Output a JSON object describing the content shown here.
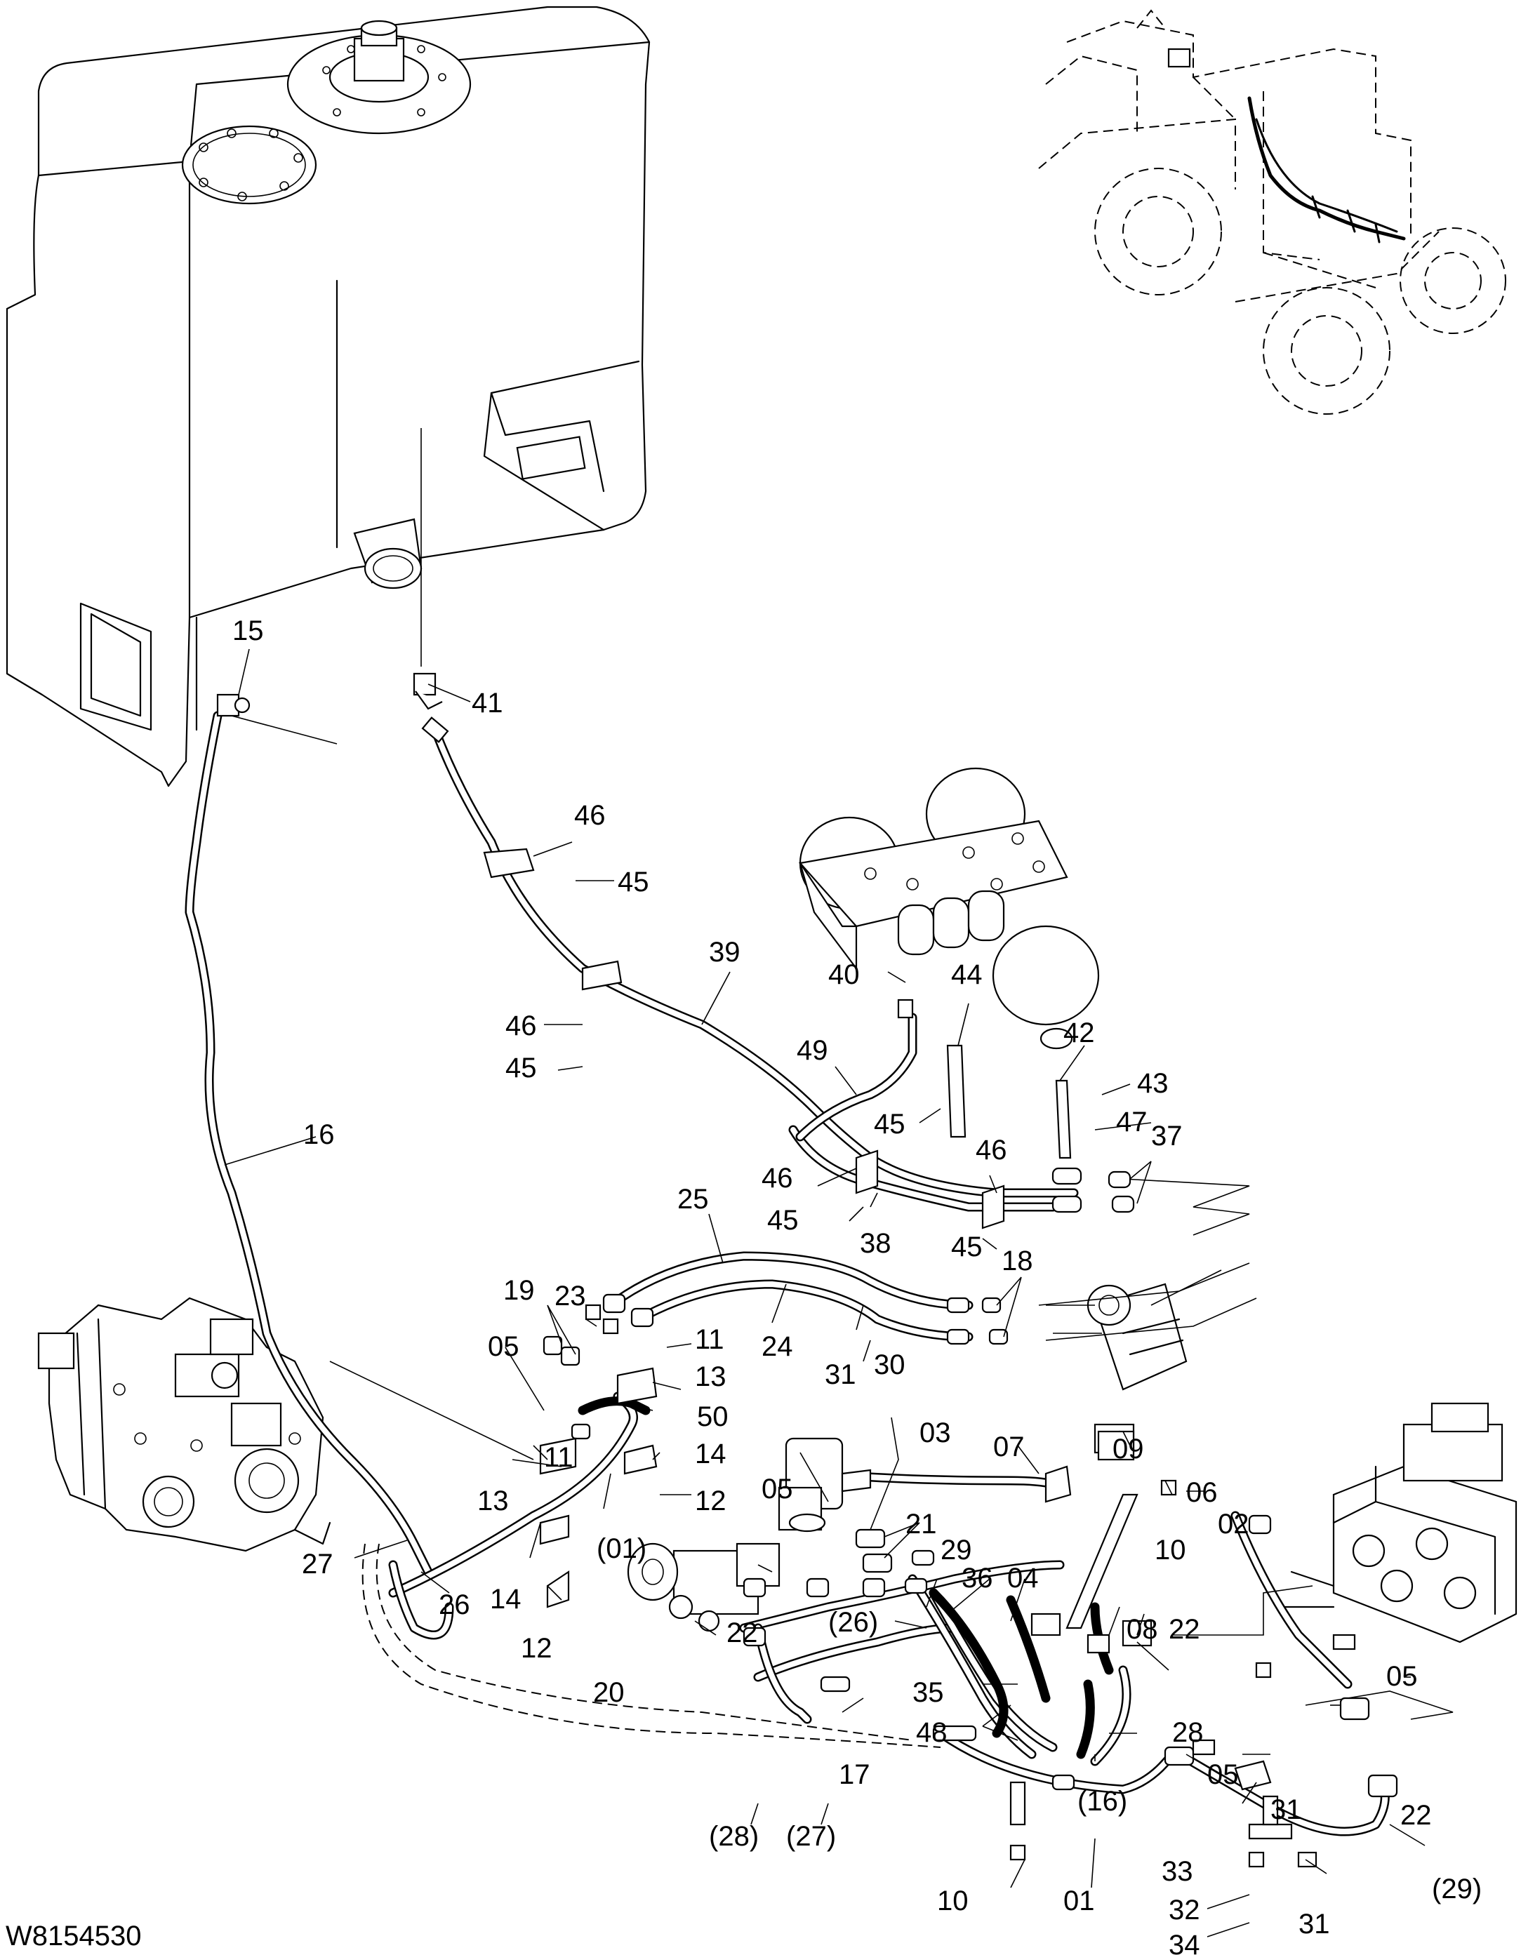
{
  "figure_id": "W8154530",
  "labels": {
    "l15": "15",
    "l41": "41",
    "l46a": "46",
    "l45a": "45",
    "l39": "39",
    "l46b": "46",
    "l45b": "45",
    "l40": "40",
    "l44": "44",
    "l42": "42",
    "l43": "43",
    "l49": "49",
    "l45c": "45",
    "l47": "47",
    "l37": "37",
    "l16": "16",
    "l46c": "46",
    "l46d": "46",
    "l45d": "45",
    "l38": "38",
    "l45e": "45",
    "l25": "25",
    "l18": "18",
    "l19": "19",
    "l23": "23",
    "l24": "24",
    "l31a": "31",
    "l30": "30",
    "l11a": "11",
    "l05a": "05",
    "l13a": "13",
    "l50": "50",
    "l14a": "14",
    "l11b": "11",
    "l12a": "12",
    "l13b": "13",
    "l01a": "(01)",
    "l27a": "27",
    "l14b": "14",
    "l26a": "26",
    "l12b": "12",
    "l03": "03",
    "l07": "07",
    "l09": "09",
    "l05b": "05",
    "l06": "06",
    "l02": "02",
    "l21": "21",
    "l10a": "10",
    "l29": "29",
    "l36": "36",
    "l04": "04",
    "l26b": "(26)",
    "l22a": "22",
    "l08": "08",
    "l22b": "22",
    "l20": "20",
    "l35": "35",
    "l28a": "28",
    "l48": "48",
    "l17": "17",
    "l05c": "05",
    "l05d": "05",
    "l16b": "(16)",
    "l31b": "31",
    "l22c": "22",
    "l28b": "(28)",
    "l27b": "(27)",
    "l33": "33",
    "l10b": "10",
    "l01b": "01",
    "l32": "32",
    "l31c": "31",
    "l29b": "(29)",
    "l34": "34"
  }
}
